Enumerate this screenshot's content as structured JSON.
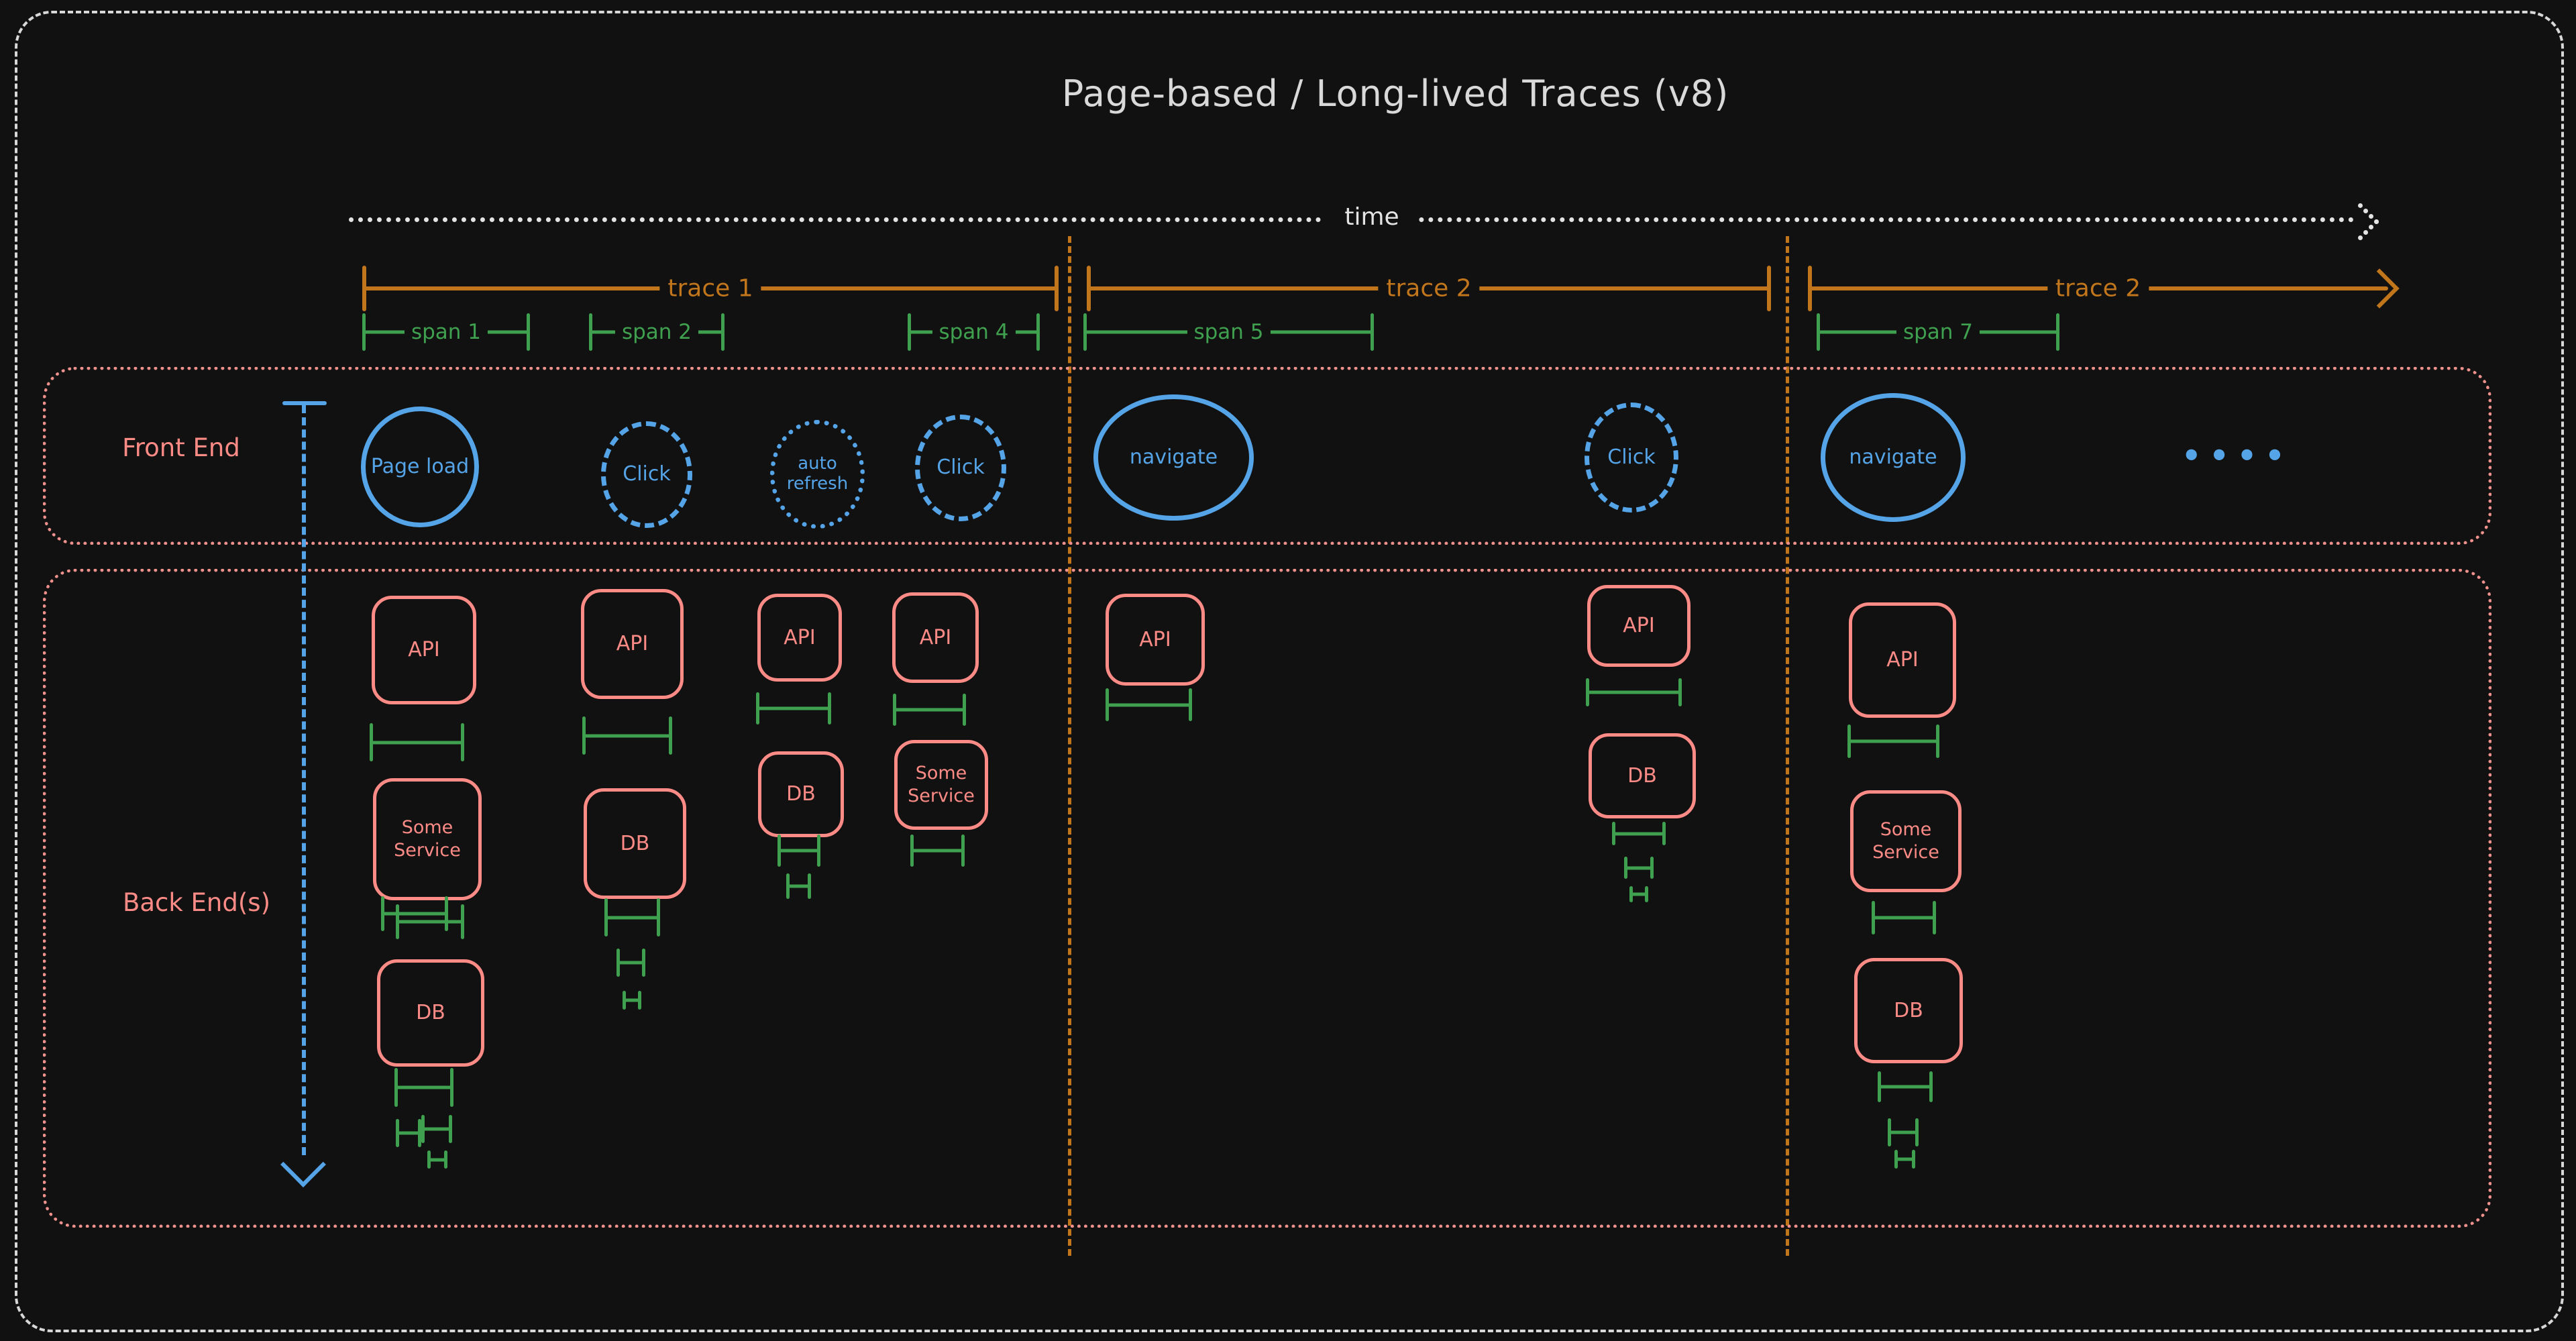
{
  "title": "Page-based / Long-lived Traces (v8)",
  "timeline": {
    "label": "time"
  },
  "traces": [
    {
      "label": "trace 1"
    },
    {
      "label": "trace 2"
    },
    {
      "label": "trace 2"
    }
  ],
  "spans": [
    {
      "label": "span 1"
    },
    {
      "label": "span 2"
    },
    {
      "label": "span 4"
    },
    {
      "label": "span 5"
    },
    {
      "label": "span 7"
    }
  ],
  "lanes": {
    "front_end": {
      "label": "Front End"
    },
    "back_end": {
      "label": "Back End(s)"
    }
  },
  "events": [
    {
      "label": "Page load",
      "style": "solid"
    },
    {
      "label": "Click",
      "style": "dashed"
    },
    {
      "label": "auto refresh",
      "style": "dotted"
    },
    {
      "label": "Click",
      "style": "dashed"
    },
    {
      "label": "navigate",
      "style": "solid"
    },
    {
      "label": "Click",
      "style": "dashed"
    },
    {
      "label": "navigate",
      "style": "solid"
    }
  ],
  "continuation_dots": "••••",
  "backend": {
    "columns": [
      {
        "nodes": [
          "API",
          "Some Service",
          "DB"
        ]
      },
      {
        "nodes": [
          "API",
          "DB"
        ]
      },
      {
        "nodes": [
          "API",
          "DB"
        ]
      },
      {
        "nodes": [
          "API",
          "Some Service"
        ]
      },
      {
        "nodes": [
          "API"
        ]
      },
      {
        "nodes": [
          "API",
          "DB"
        ]
      },
      {
        "nodes": [
          "API",
          "Some Service",
          "DB"
        ]
      }
    ]
  },
  "colors": {
    "background": "#111111",
    "ink": "#e3e3e3",
    "orange": "#c1761b",
    "green": "#3fa14f",
    "blue": "#55a4e8",
    "salmon": "#ff8b87",
    "pink_border": "#f0918d"
  }
}
